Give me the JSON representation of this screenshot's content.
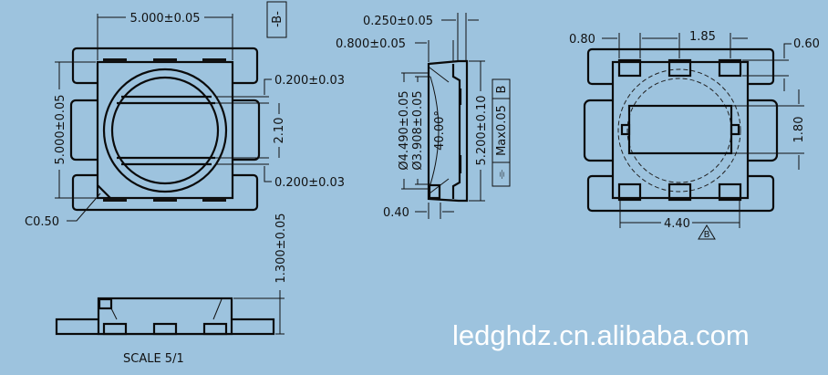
{
  "front_view": {
    "width_dim": "5.000±0.05",
    "height_dim": "5.000±0.05",
    "datum": "-B-",
    "gap_top": "0.200±0.03",
    "center_dim": "2.10",
    "gap_bottom": "0.200±0.03",
    "chamfer": "C0.50"
  },
  "side_view": {
    "top_offset": "0.250±0.05",
    "lens_offset": "0.800±0.05",
    "diameter_outer": "Ø4.490±0.05",
    "diameter_inner": "Ø3.908±0.05",
    "angle": "40.00°",
    "height_dim": "5.200±0.10",
    "tolerance_frame": [
      "⌯",
      "Max0.05",
      "B"
    ],
    "bottom_offset": "0.40"
  },
  "bottom_view": {
    "pad_width": "0.80",
    "pad_pitch": "1.85",
    "pad_height": "0.60",
    "center_pad_height": "1.80",
    "pad_span": "4.40",
    "datum_mark": "B"
  },
  "profile_view": {
    "height_dim": "1.300±0.05",
    "scale": "SCALE 5/1"
  },
  "watermark": "ledghdz.cn.alibaba.com"
}
